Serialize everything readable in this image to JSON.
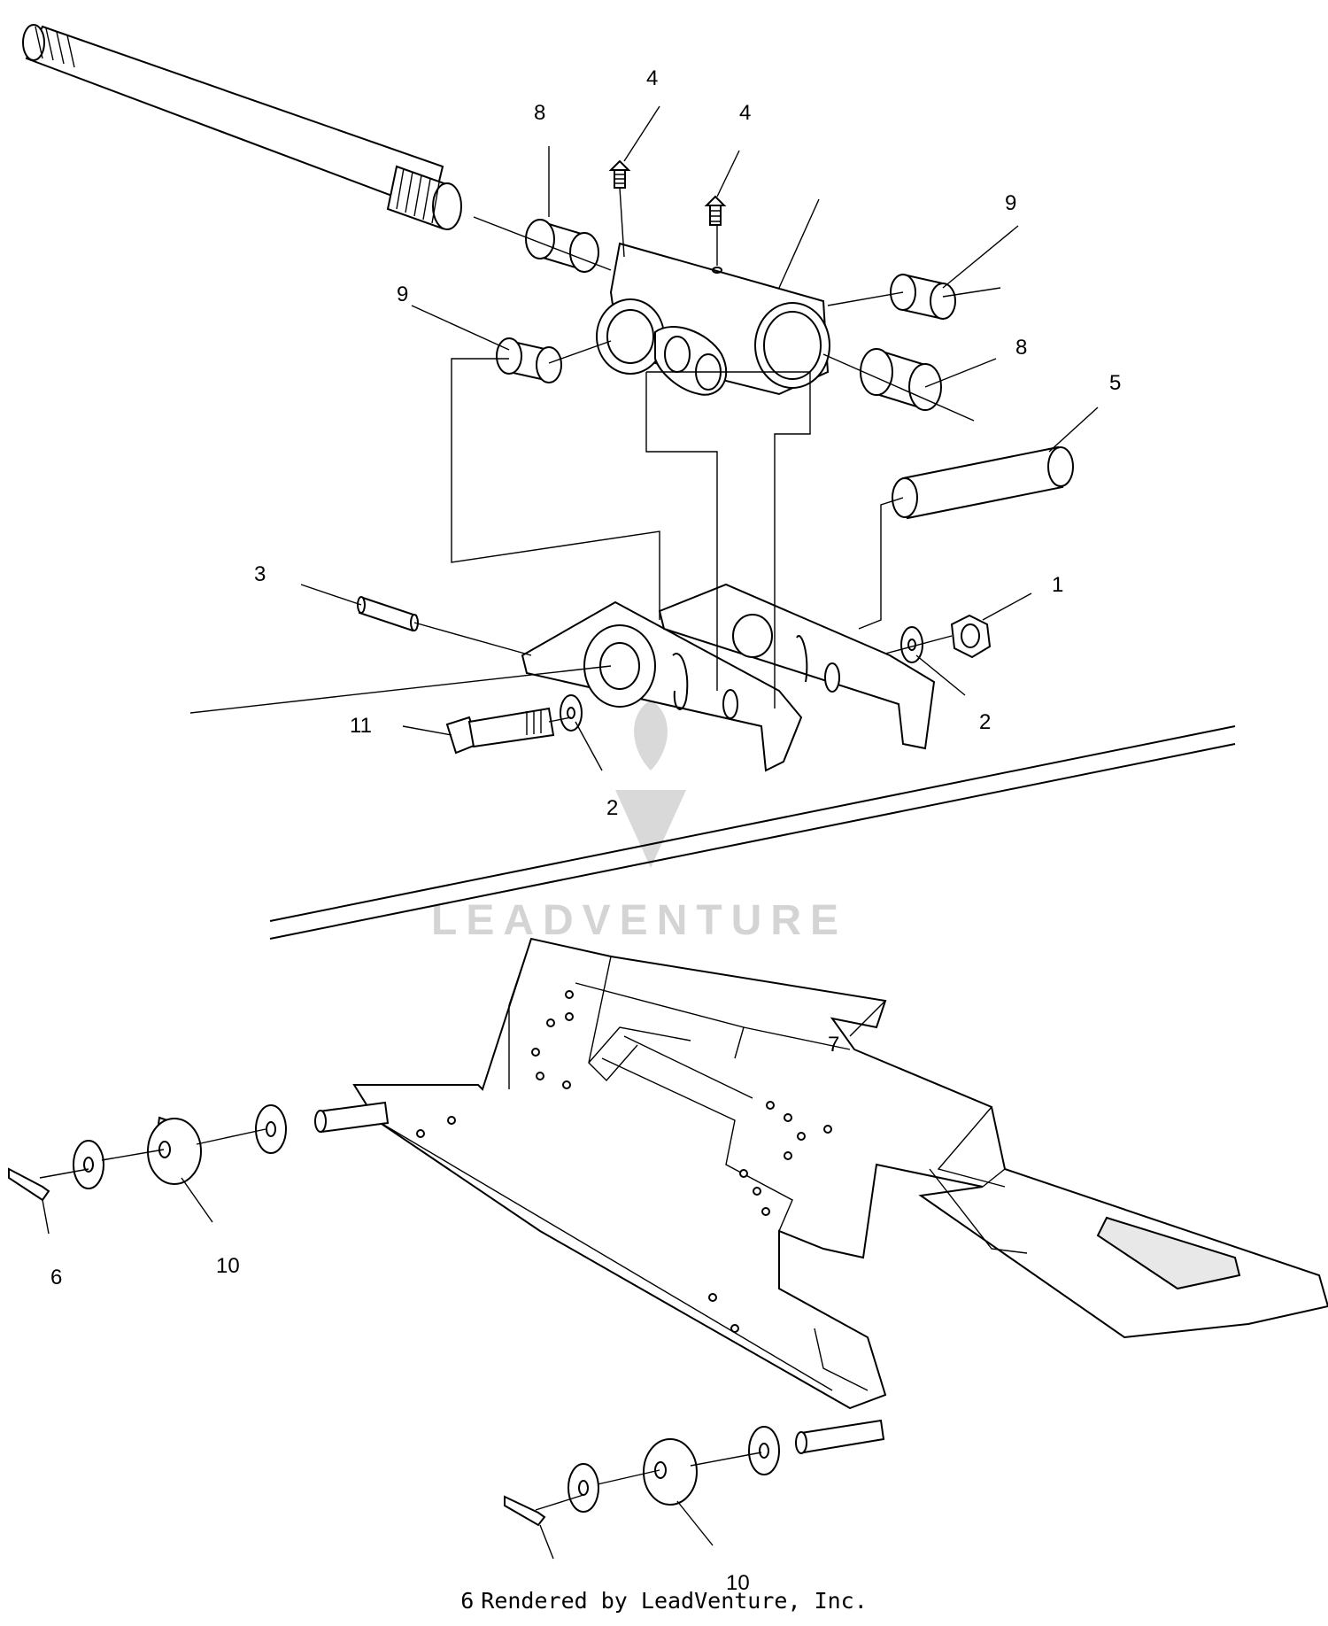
{
  "callouts": {
    "c1": "1",
    "c2a": "2",
    "c2b": "2",
    "c3": "3",
    "c4a": "4",
    "c4b": "4",
    "c5": "5",
    "c6a": "6",
    "c6b": "6",
    "c7": "7",
    "c8a": "8",
    "c8b": "8",
    "c9a": "9",
    "c9b": "9",
    "c10a": "10",
    "c10b": "10",
    "c11": "11"
  },
  "watermark": {
    "text": "LEADVENTURE"
  },
  "footer": {
    "text": "Rendered by LeadVenture, Inc."
  }
}
